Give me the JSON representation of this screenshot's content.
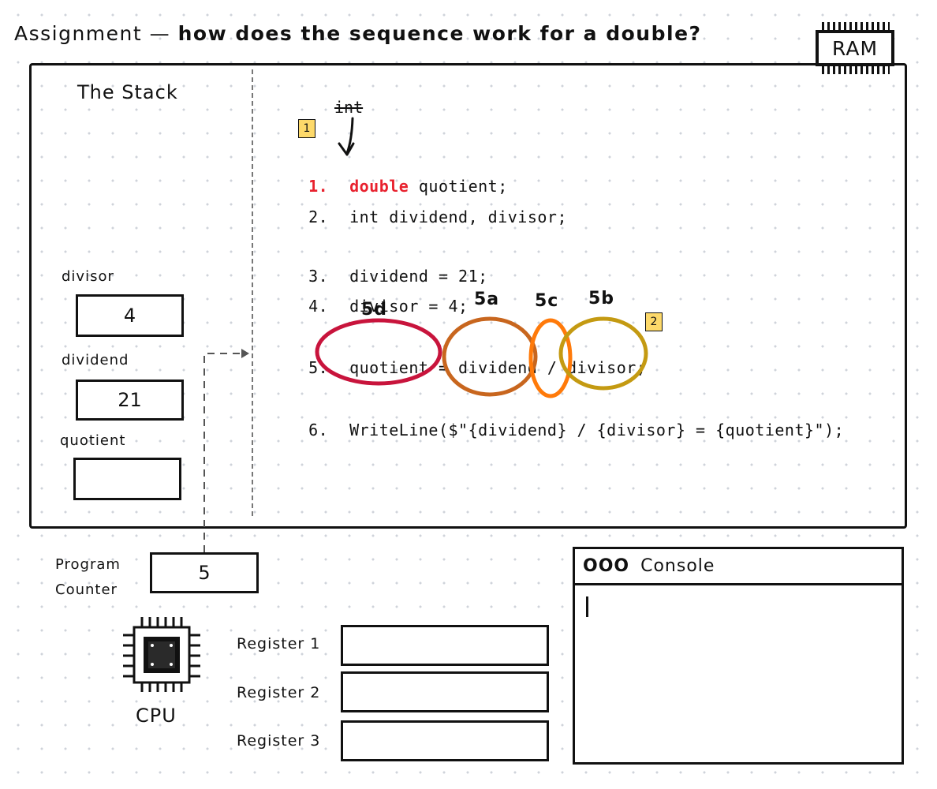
{
  "title": {
    "prefix": "Assignment — ",
    "question": "how does the sequence work for a double?"
  },
  "ram": {
    "label": "RAM"
  },
  "stack": {
    "title": "The Stack",
    "variables": [
      {
        "name": "divisor",
        "value": "4"
      },
      {
        "name": "dividend",
        "value": "21"
      },
      {
        "name": "quotient",
        "value": ""
      }
    ]
  },
  "annotations": {
    "struck_type": "int",
    "badge_1": "1",
    "badge_2": "2",
    "step_5a": "5a",
    "step_5b": "5b",
    "step_5c": "5c",
    "step_5d": "5d"
  },
  "code": {
    "lines": [
      {
        "num": "1.",
        "keyword": "double",
        "rest": " quotient;"
      },
      {
        "num": "2.",
        "text": "int dividend, divisor;"
      },
      {
        "num": "3.",
        "text": "dividend = 21;"
      },
      {
        "num": "4.",
        "text": "divisor = 4;"
      },
      {
        "num": "5.",
        "text": "quotient = dividend / divisor;"
      },
      {
        "num": "6.",
        "text": "WriteLine($\"{dividend} / {divisor} = {quotient}\");"
      }
    ]
  },
  "cpu": {
    "label": "CPU",
    "program_counter_label_1": "Program",
    "program_counter_label_2": "Counter",
    "program_counter_value": "5",
    "registers": [
      {
        "label": "Register 1",
        "value": ""
      },
      {
        "label": "Register 2",
        "value": ""
      },
      {
        "label": "Register 3",
        "value": ""
      }
    ]
  },
  "console": {
    "dots": "OOO",
    "title": "Console",
    "output": ""
  },
  "colors": {
    "highlight_red": "#e8212e",
    "circle_5d": "#c8143c",
    "circle_5a": "#c8661e",
    "circle_5c": "#ff7a0a",
    "circle_5b": "#c49a12",
    "badge_fill": "#fdd96a"
  }
}
